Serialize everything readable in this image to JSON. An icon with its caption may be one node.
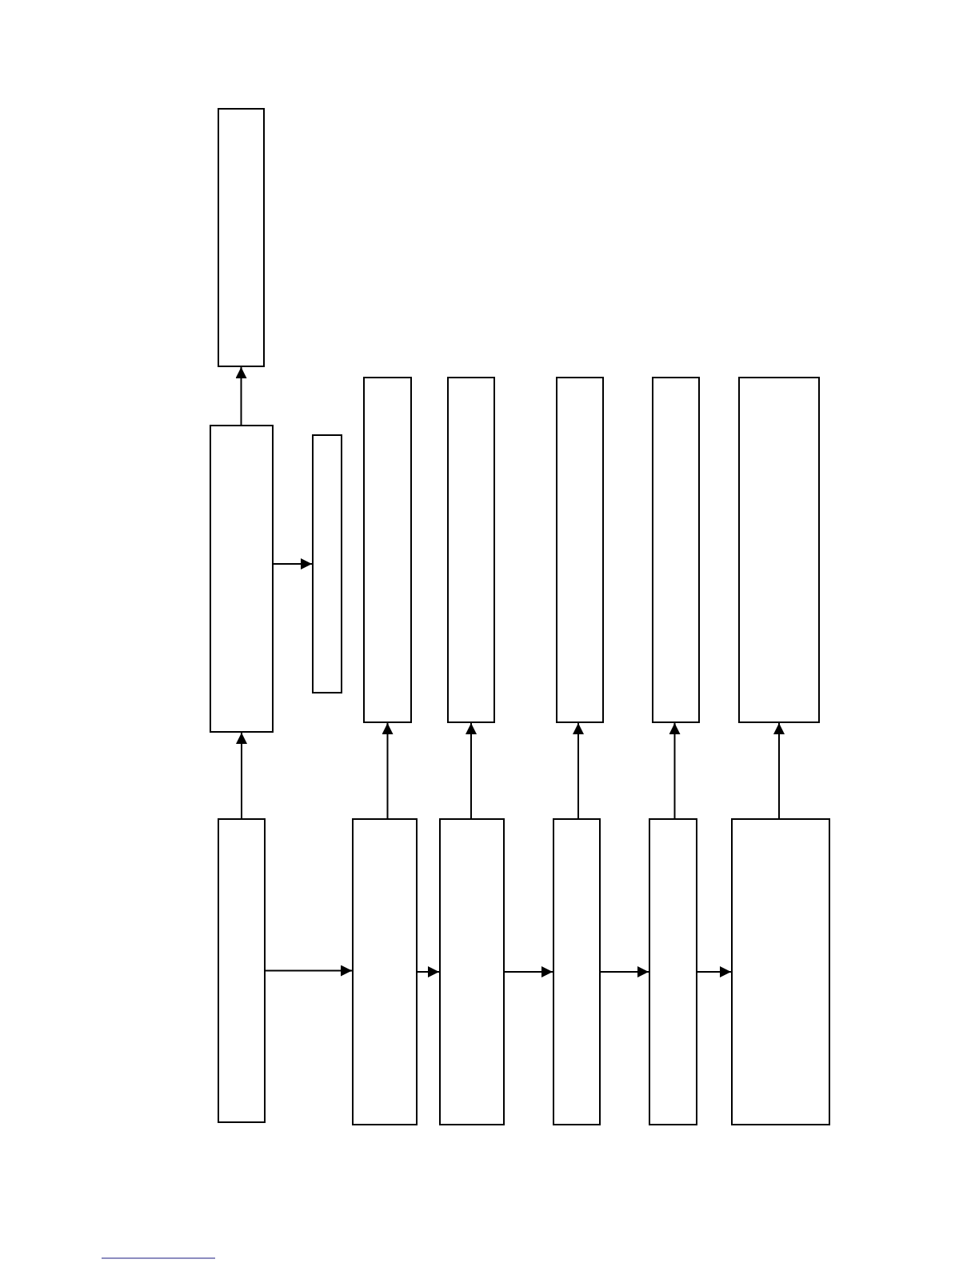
{
  "diagram": {
    "nodes": [
      {
        "text": [],
        "shape": "box"
      },
      {
        "text": [],
        "shape": "box"
      },
      {
        "text": [],
        "shape": "box"
      },
      {
        "text": [],
        "shape": "box"
      },
      {
        "text": [],
        "shape": "box"
      },
      {
        "text": [],
        "shape": "box"
      },
      {
        "text": [],
        "shape": "box"
      },
      {
        "text": [],
        "shape": "box"
      },
      {
        "text": [],
        "shape": "box"
      },
      {
        "text": [],
        "shape": "box"
      },
      {
        "text": [],
        "shape": "box"
      },
      {
        "text": [],
        "shape": "box"
      },
      {
        "text": [],
        "shape": "box"
      },
      {
        "text": [],
        "shape": "box"
      }
    ],
    "edges": [
      {
        "from": 1,
        "to": 0,
        "arrow": "to"
      },
      {
        "from": 1,
        "to": 2,
        "arrow": "to"
      },
      {
        "from": 9,
        "to": 3,
        "arrow": "to"
      },
      {
        "from": 10,
        "to": 4,
        "arrow": "to"
      },
      {
        "from": 11,
        "to": 5,
        "arrow": "to"
      },
      {
        "from": 12,
        "to": 6,
        "arrow": "to"
      },
      {
        "from": 13,
        "to": 7,
        "arrow": "to"
      },
      {
        "from": 8,
        "to": 1,
        "arrow": "to"
      },
      {
        "from": 8,
        "to": 9,
        "arrow": "to"
      },
      {
        "from": 9,
        "to": 10,
        "arrow": "to"
      },
      {
        "from": 10,
        "to": 11,
        "arrow": "to"
      },
      {
        "from": 11,
        "to": 12,
        "arrow": "to"
      },
      {
        "from": 12,
        "to": 13,
        "arrow": "to"
      }
    ]
  }
}
